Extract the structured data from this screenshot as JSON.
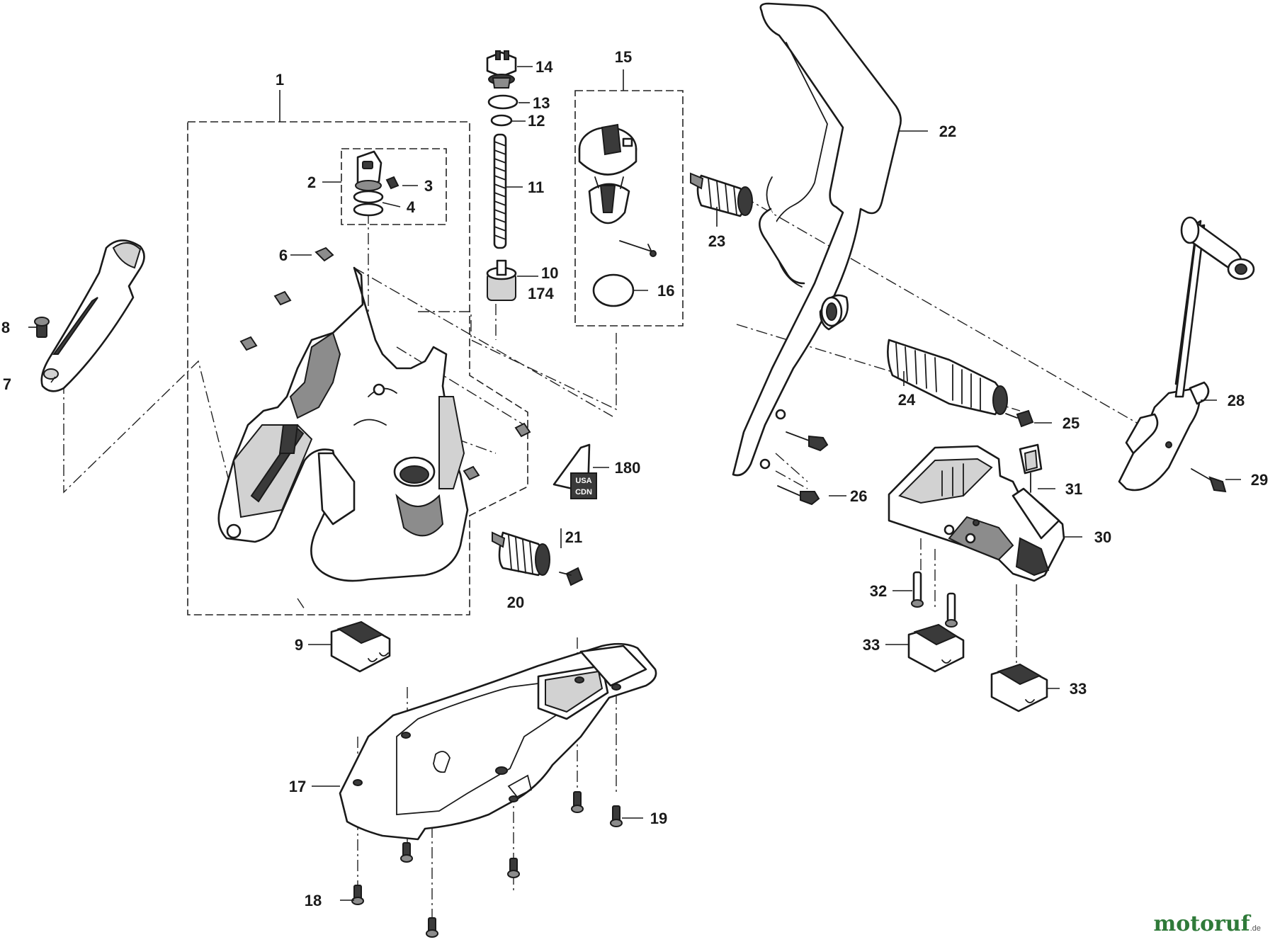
{
  "labels": {
    "p1": "1",
    "p2": "2",
    "p3": "3",
    "p4": "4",
    "p6": "6",
    "p7": "7",
    "p8": "8",
    "p9": "9",
    "p10": "10",
    "p174": "174",
    "p11": "11",
    "p12": "12",
    "p13": "13",
    "p14": "14",
    "p15": "15",
    "p16": "16",
    "p17": "17",
    "p18": "18",
    "p19": "19",
    "p20": "20",
    "p21": "21",
    "p22": "22",
    "p23": "23",
    "p24": "24",
    "p25": "25",
    "p26": "26",
    "p28": "28",
    "p29": "29",
    "p30": "30",
    "p31": "31",
    "p32": "32",
    "p33a": "33",
    "p33b": "33",
    "p180": "180"
  },
  "decal": {
    "line1": "USA",
    "line2": "CDN"
  },
  "watermark": {
    "brand": "motoruf",
    "domain": ".de",
    "colors": [
      "#2f7a39",
      "#e0301e",
      "#f2a900",
      "#1e6fd9"
    ]
  }
}
